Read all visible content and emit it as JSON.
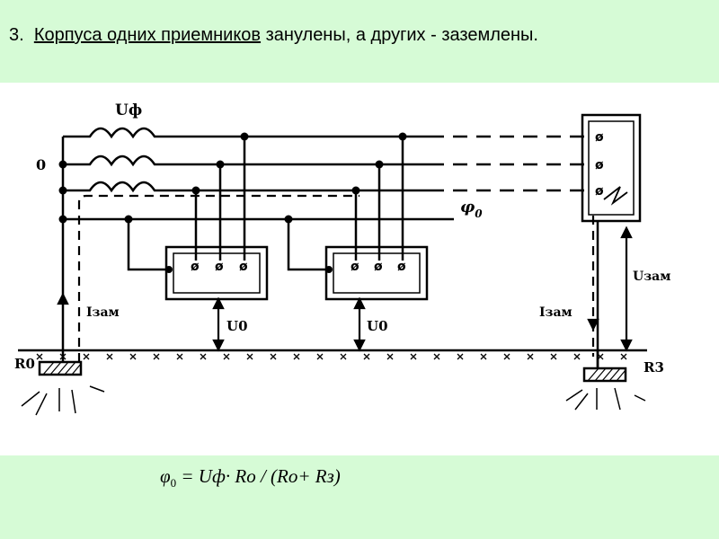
{
  "slide": {
    "heading": {
      "number": "3.",
      "underlined": "Корпуса одних приемников",
      "rest": " занулены, а других - заземлены."
    },
    "formula": {
      "phi": "φ",
      "phi_sub": "0",
      "rhs": " = Uф· Ro / (Ro+ Rз)"
    }
  },
  "schematic": {
    "labels": {
      "u_phase": "Uф",
      "neutral": "0",
      "phi0": "φ",
      "phi0_sub": "0",
      "i_left": "Iзам",
      "i_right": "Iзам",
      "u_zam": "Uзам",
      "u0_first": "U0",
      "u0_second": "U0",
      "r0": "R0",
      "r3": "R3"
    },
    "colors": {
      "line": "#000000",
      "band": "#d6fbd6"
    }
  }
}
